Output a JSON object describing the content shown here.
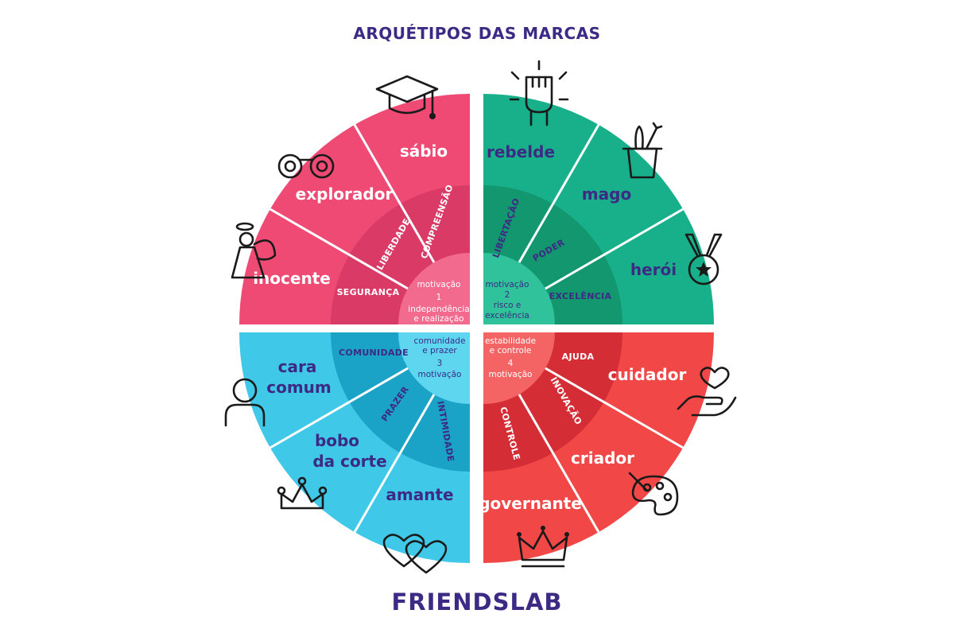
{
  "title": "ARQUÉTIPOS DAS MARCAS",
  "logo": "FRIENDSLAB",
  "colors": {
    "pink": "#ee4a74",
    "pink_mid": "#d93a66",
    "pink_core": "#f26a8d",
    "green": "#18b08a",
    "green_mid": "#13976f",
    "green_core": "#2fc29b",
    "blue": "#3fc8e8",
    "blue_mid": "#1aa3c6",
    "blue_core": "#5fd6f0",
    "red": "#f24747",
    "red_mid": "#d42d36",
    "red_core": "#f56464",
    "title": "#3d2a85"
  },
  "quadrants": [
    {
      "id": "q1",
      "motivation_label": "motivação",
      "motivation_number": "1",
      "motivation_line1": "independência",
      "motivation_line2": "e realização",
      "bands": [
        "SEGURANÇA",
        "LIBERDADE",
        "COMPREENSÃO"
      ],
      "archetypes": [
        "inocente",
        "explorador",
        "sábio"
      ],
      "icons": [
        "angel-icon",
        "binoculars-icon",
        "graduation-cap-icon"
      ]
    },
    {
      "id": "q2",
      "motivation_label": "motivação",
      "motivation_number": "2",
      "motivation_line1": "risco e",
      "motivation_line2": "excelência",
      "bands": [
        "LIBERTAÇÃO",
        "PODER",
        "EXCELÊNCIA"
      ],
      "archetypes": [
        "rebelde",
        "mago",
        "herói"
      ],
      "icons": [
        "raised-fist-icon",
        "magic-hat-icon",
        "medal-icon"
      ]
    },
    {
      "id": "q3",
      "motivation_label": "motivação",
      "motivation_number": "3",
      "motivation_line1": "comunidade",
      "motivation_line2": "e prazer",
      "bands": [
        "COMUNIDADE",
        "PRAZER",
        "INTIMIDADE"
      ],
      "archetypes_lines": [
        [
          "cara",
          "comum"
        ],
        [
          "bobo",
          "da corte"
        ],
        [
          "amante"
        ]
      ],
      "icons": [
        "person-icon",
        "jester-hat-icon",
        "hearts-icon"
      ]
    },
    {
      "id": "q4",
      "motivation_label": "motivação",
      "motivation_number": "4",
      "motivation_line1": "estabilidade",
      "motivation_line2": "e controle",
      "bands": [
        "AJUDA",
        "INOVAÇÃO",
        "CONTROLE"
      ],
      "archetypes": [
        "cuidador",
        "criador",
        "governante"
      ],
      "icons": [
        "hand-heart-icon",
        "palette-icon",
        "crown-icon"
      ]
    }
  ]
}
